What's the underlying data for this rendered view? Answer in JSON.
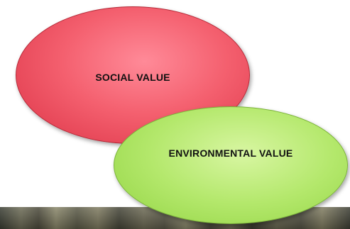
{
  "diagram": {
    "nodes": [
      {
        "id": "social",
        "label": "SOCIAL VALUE",
        "fill": "#f4606f"
      },
      {
        "id": "environmental",
        "label": "ENVIRONMENTAL VALUE",
        "fill": "#b4e86c"
      }
    ]
  },
  "colors": {
    "social_fill": "#f4606f",
    "environmental_fill": "#b4e86c",
    "background": "#ffffff"
  }
}
